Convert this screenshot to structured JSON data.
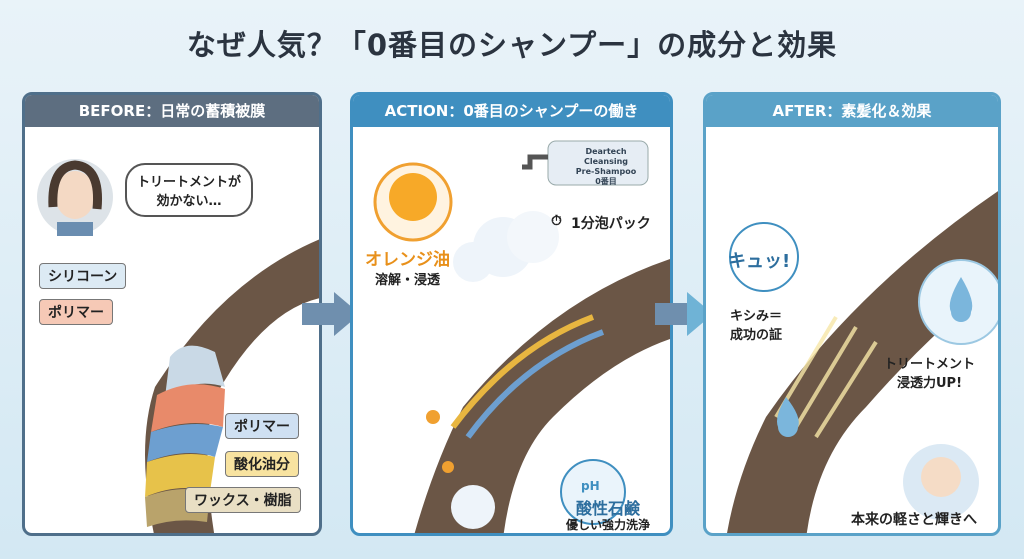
{
  "title": "なぜ人気？「0番目のシャンプー」の成分と効果",
  "before": {
    "header": "BEFORE：日常の蓄積被膜",
    "bubble": "トリートメントが\n効かない…",
    "labels": [
      "シリコーン",
      "ポリマー",
      "ポリマー",
      "酸化油分",
      "ワックス・樹脂"
    ]
  },
  "action": {
    "header": "ACTION：0番目のシャンプーの働き",
    "orange_title": "オレンジ油",
    "orange_sub": "溶解・浸透",
    "bottle": {
      "brand": "Deartech",
      "line1": "Cleansing",
      "line2": "Pre-Shampoo",
      "line3": "0番目"
    },
    "timer": "1分泡パック",
    "ph": "pH",
    "soap_title": "酸性石鹸",
    "soap_sub": "優しい強力洗浄"
  },
  "after": {
    "header": "AFTER：素髪化＆効果",
    "kyu": "キュッ!",
    "kishimi": "キシみ＝\n成功の証",
    "treat": "トリートメント\n浸透力UP!",
    "final": "本来の軽さと輝きへ"
  }
}
